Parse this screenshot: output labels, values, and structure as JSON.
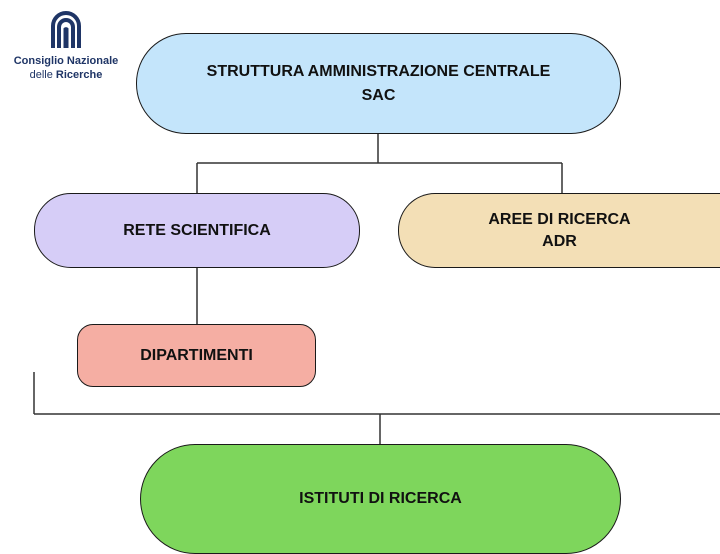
{
  "logo": {
    "name_line1": "Consiglio Nazionale",
    "name_line2_prefix": "delle",
    "name_line2_bold": "Ricerche"
  },
  "nodes": {
    "sac": {
      "line1": "STRUTTURA AMMINISTRAZIONE CENTRALE",
      "line2": "SAC",
      "color": "#c4e5fb"
    },
    "rete": {
      "label": "RETE SCIENTIFICA",
      "color": "#d6cdf7"
    },
    "aree": {
      "line1": "AREE DI RICERCA",
      "line2": "ADR",
      "color": "#f3dfb6"
    },
    "dipartimenti": {
      "label": "DIPARTIMENTI",
      "color": "#f5aea3"
    },
    "istituti": {
      "label": "ISTITUTI DI RICERCA",
      "color": "#7ed65c"
    }
  }
}
